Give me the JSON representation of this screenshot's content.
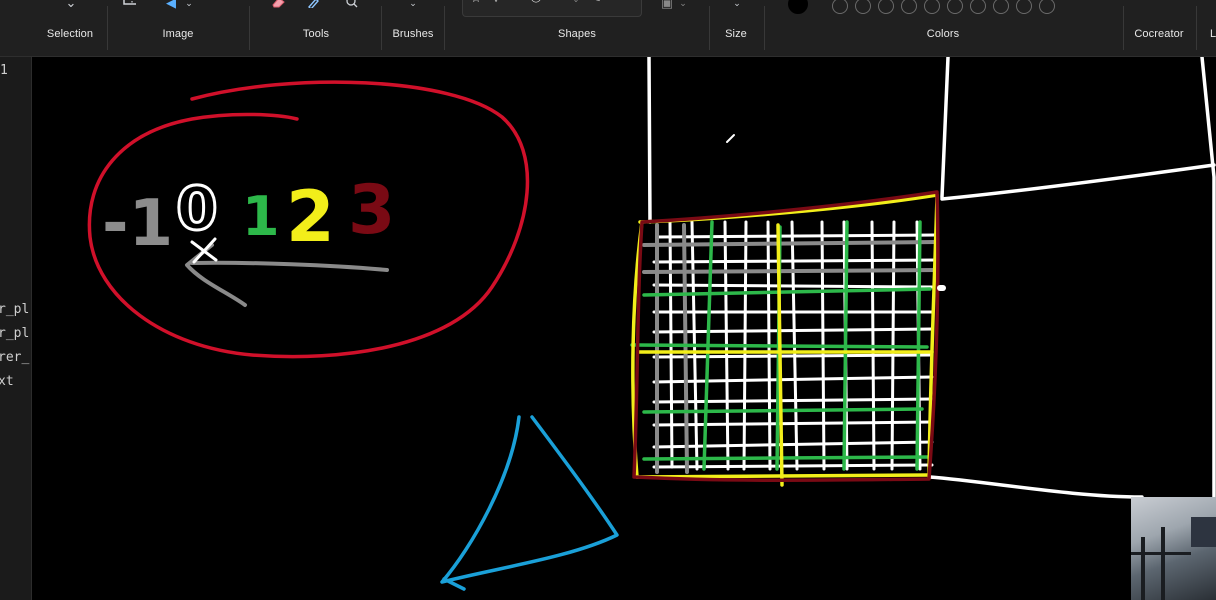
{
  "ribbon": {
    "groups": [
      {
        "id": "selection",
        "label": "Selection"
      },
      {
        "id": "image",
        "label": "Image"
      },
      {
        "id": "tools",
        "label": "Tools"
      },
      {
        "id": "brushes",
        "label": "Brushes"
      },
      {
        "id": "shapes",
        "label": "Shapes"
      },
      {
        "id": "size",
        "label": "Size"
      },
      {
        "id": "colors",
        "label": "Colors"
      },
      {
        "id": "cocreator",
        "label": "Cocreator"
      },
      {
        "id": "layers",
        "label": "L"
      }
    ],
    "shape_icons": [
      "☆",
      "✡",
      "💬",
      "💭",
      "💬",
      "♡",
      "✎"
    ],
    "colors": {
      "selected": "#000000",
      "empty_swatch_count": 10
    }
  },
  "gutter": {
    "lines": [
      "1",
      "r_pl",
      "r_pl",
      "rer_",
      "xt"
    ]
  },
  "canvas": {
    "number_line": [
      "-1",
      "0",
      "1",
      "2",
      "3"
    ],
    "number_colors": [
      "#8c8c8c",
      "#ffffff",
      "#2db84a",
      "#ffee00",
      "#7a0a14"
    ],
    "ink_colors": {
      "red": "#d0102a",
      "white": "#ffffff",
      "grey": "#8a8a8a",
      "green": "#2db84a",
      "yellow": "#f2ee1a",
      "maroon": "#7a0a14",
      "blue": "#1aa0d8"
    }
  }
}
